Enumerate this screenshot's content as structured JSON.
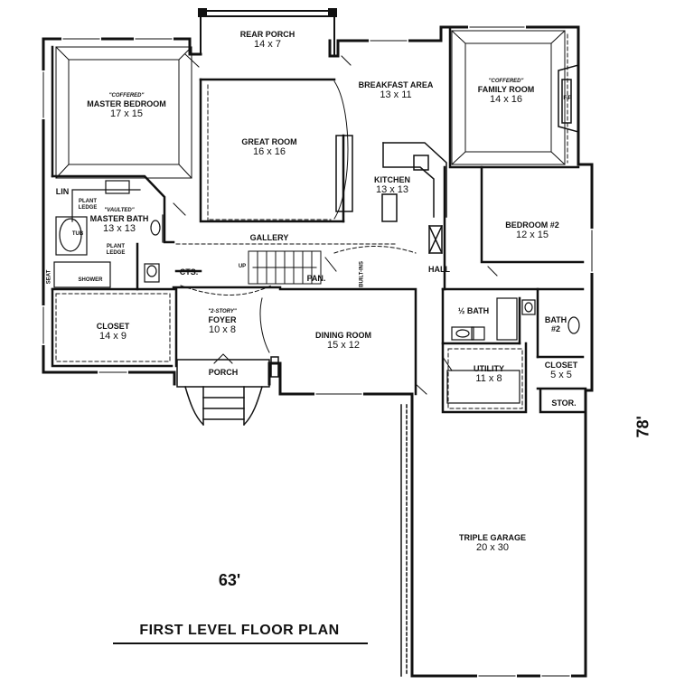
{
  "rooms": {
    "rear_porch": {
      "name": "REAR PORCH",
      "size": "14 x 7"
    },
    "master_bedroom": {
      "note": "\"COFFERED\"",
      "name": "MASTER BEDROOM",
      "size": "17 x 15"
    },
    "great_room": {
      "name": "GREAT ROOM",
      "size": "16 x 16"
    },
    "breakfast_area": {
      "name": "BREAKFAST AREA",
      "size": "13 x 11"
    },
    "family_room": {
      "note": "\"COFFERED\"",
      "name": "FAMILY ROOM",
      "size": "14 x 16"
    },
    "kitchen": {
      "name": "KITCHEN",
      "size": "13 x 13"
    },
    "master_bath": {
      "note": "\"VAULTED\"",
      "name": "MASTER BATH",
      "size": "13 x 13"
    },
    "bedroom_2": {
      "name": "BEDROOM #2",
      "size": "12 x 15"
    },
    "closet_master": {
      "name": "CLOSET",
      "size": "14 x 9"
    },
    "foyer": {
      "note": "\"2-STORY\"",
      "name": "FOYER",
      "size": "10 x 8"
    },
    "dining_room": {
      "name": "DINING ROOM",
      "size": "15 x 12"
    },
    "utility": {
      "name": "UTILITY",
      "size": "11 x 8"
    },
    "closet_2": {
      "name": "CLOSET",
      "size": "5 x 5"
    },
    "bath_2": {
      "name": "BATH",
      "size": "#2"
    },
    "triple_garage": {
      "name": "TRIPLE GARAGE",
      "size": "20 x 30"
    }
  },
  "labels": {
    "gallery": "GALLERY",
    "hall": "HALL",
    "half_bath": "½ BATH",
    "porch": "PORCH",
    "pan": "PAN.",
    "cts": "CTS.",
    "up": "UP",
    "built_ins": "BUILT-INS",
    "stor": "STOR.",
    "lin": "LIN",
    "tub": "TUB",
    "plant_ledge_1": "PLANT LEDGE",
    "plant_ledge_2": "PLANT LEDGE",
    "shower": "SHOWER",
    "seat": "SEAT",
    "fp": "F/P"
  },
  "dimensions": {
    "width": "63'",
    "depth": "78'"
  },
  "plan_title": "FIRST LEVEL FLOOR PLAN"
}
